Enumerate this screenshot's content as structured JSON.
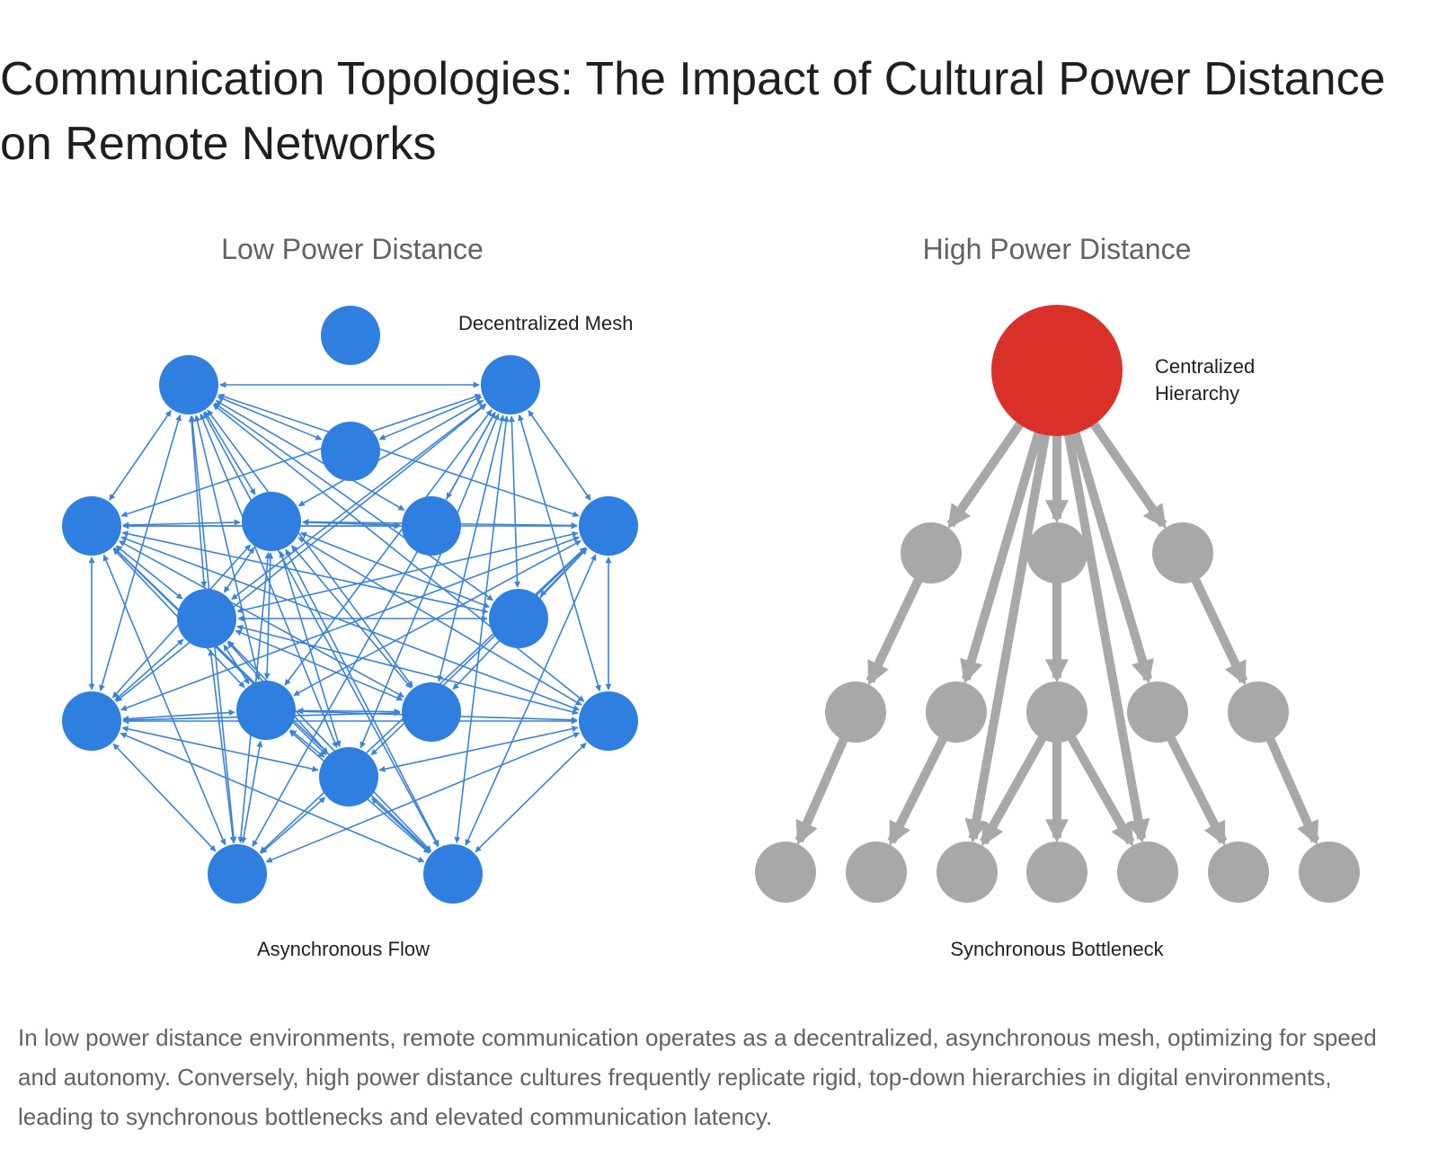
{
  "title": "Communication Topologies: The Impact of Cultural Power Distance on Remote Networks",
  "left_panel": {
    "title": "Low Power Distance",
    "label_top": "Decentralized Mesh",
    "label_bottom": "Asynchronous Flow",
    "node_color": "#2f7fe0",
    "edge_color": "#3b82d9"
  },
  "right_panel": {
    "title": "High Power Distance",
    "label_top_line1": "Centralized",
    "label_top_line2": "Hierarchy",
    "label_bottom": "Synchronous Bottleneck",
    "root_color": "#d9312a",
    "node_color": "#a8a8a8",
    "edge_color": "#a8a8a8"
  },
  "caption": "In low power distance environments, remote communication operates as a decentralized, asynchronous mesh, optimizing for speed and autonomy. Conversely, high power distance cultures frequently replicate rigid, top-down hierarchies in digital environments, leading to synchronous bottlenecks and elevated communication latency."
}
